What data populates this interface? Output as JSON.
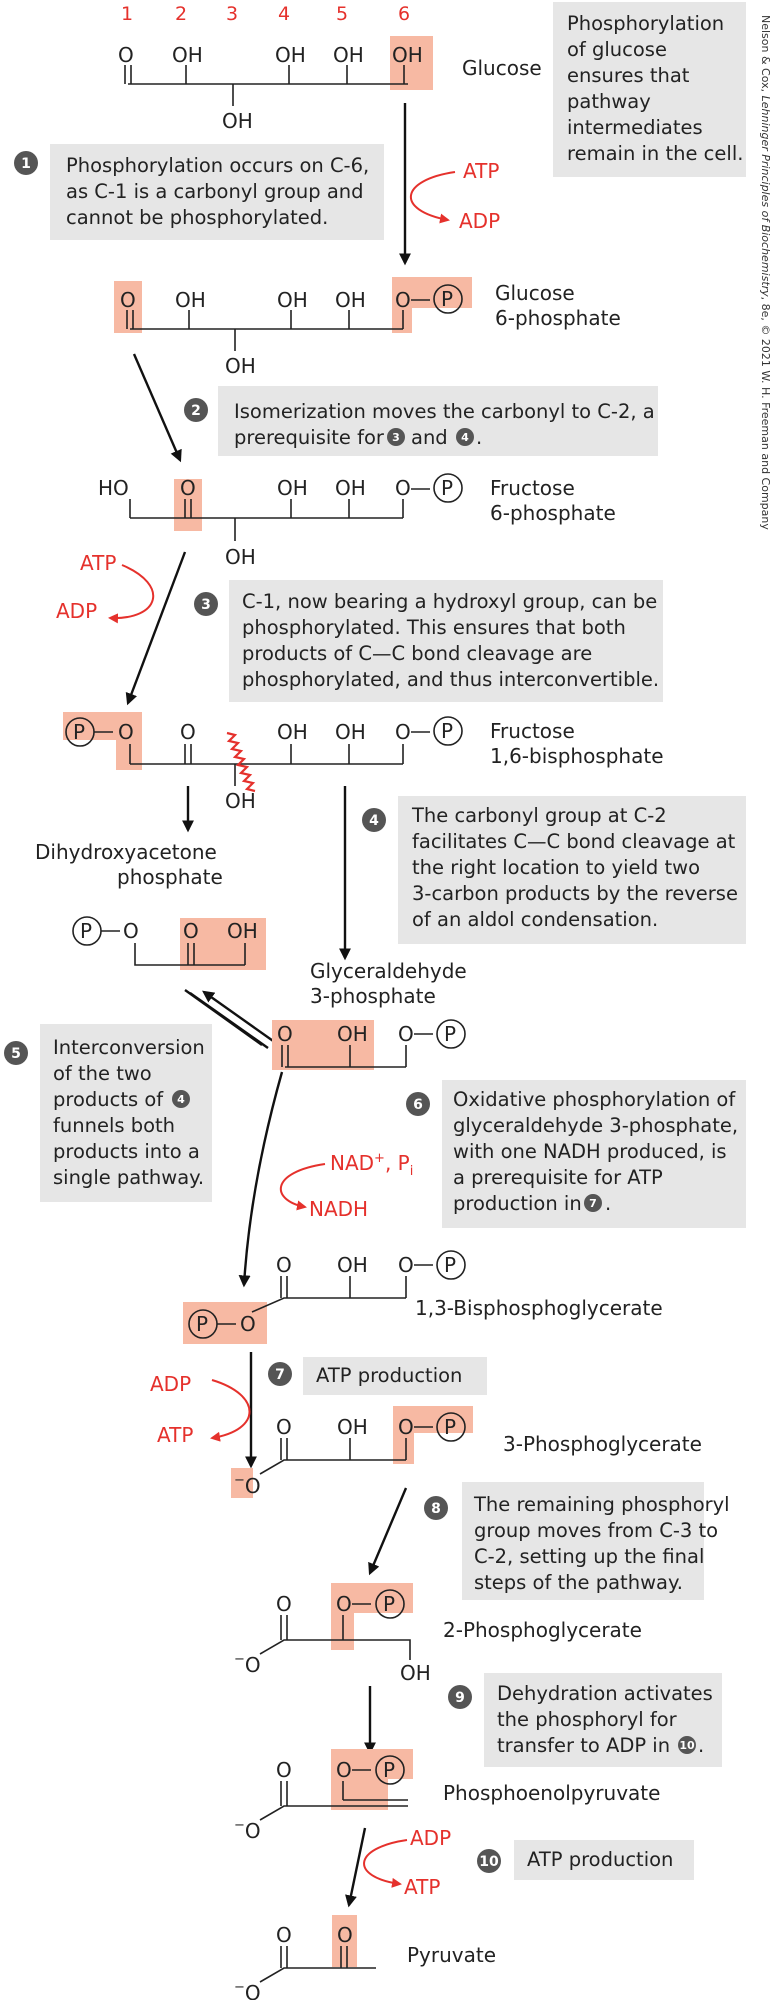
{
  "carbon_numbers": [
    "1",
    "2",
    "3",
    "4",
    "5",
    "6"
  ],
  "credit": "Nelson & Cox, Lehninger Principles of Biochemistry, 8e, © 2021 W. H. Freeman and Company",
  "credit_parts": {
    "authors": "Nelson & Cox, ",
    "title": "Lehninger Principles of Biochemistry",
    "rest": ", 8e, © 2021 W. H. Freeman and Company"
  },
  "atoms": {
    "O": "O",
    "OH": "OH",
    "HO": "HO",
    "P": "P",
    "O_minus": "O",
    "minus": "−",
    "dash": "—"
  },
  "compounds": {
    "glucose": "Glucose",
    "g6p_1": "Glucose",
    "g6p_2": "6-phosphate",
    "f6p_1": "Fructose",
    "f6p_2": "6-phosphate",
    "f16bp_1": "Fructose",
    "f16bp_2": "1,6-bisphosphate",
    "dhap_1": "Dihydroxyacetone",
    "dhap_2": "phosphate",
    "g3p_1": "Glyceraldehyde",
    "g3p_2": "3-phosphate",
    "bpg": "1,3-Bisphosphoglycerate",
    "pg3": "3-Phosphoglycerate",
    "pg2": "2-Phosphoglycerate",
    "pep": "Phosphoenolpyruvate",
    "pyruvate": "Pyruvate"
  },
  "cofactors": {
    "atp": "ATP",
    "adp": "ADP",
    "nad": "NAD",
    "nad_sup": "+",
    "pi_sep": ", P",
    "pi_sub": "i",
    "nadh": "NADH"
  },
  "notes": {
    "top": [
      "Phosphorylation",
      "of glucose",
      "ensures that",
      "pathway",
      "intermediates",
      "remain in the cell."
    ],
    "n1": [
      "Phosphorylation occurs on C-6,",
      "as C-1 is a carbonyl group and",
      "cannot be phosphorylated."
    ],
    "n2_line1": "Isomerization moves the carbonyl to C-2, a",
    "n2_line2a": "prerequisite for",
    "n2_line2b": "and",
    "n2_line2c": ".",
    "n3": [
      "C-1, now bearing a hydroxyl group, can be",
      "phosphorylated. This ensures that both",
      "products of C—C bond cleavage are",
      "phosphorylated, and thus interconvertible."
    ],
    "n4": [
      "The carbonyl group at C-2",
      "facilitates C—C bond cleavage at",
      "the right location to yield two",
      "3-carbon products by the reverse",
      "of an aldol condensation."
    ],
    "n5": [
      "Interconversion",
      "of the two",
      "products of",
      "funnels both",
      "products into a",
      "single pathway."
    ],
    "n6": [
      "Oxidative phosphorylation of",
      "glyceraldehyde 3-phosphate,",
      "with one NADH produced, is",
      "a prerequisite for ATP",
      "production in"
    ],
    "n6_end": ".",
    "n7": "ATP production",
    "n8": [
      "The remaining phosphoryl",
      "group moves from C-3 to",
      "C-2, setting up the final",
      "steps of the pathway."
    ],
    "n9": [
      "Dehydration activates",
      "the phosphoryl for",
      "transfer to ADP in"
    ],
    "n9_end": ".",
    "n10": "ATP production"
  },
  "step_numbers": [
    "1",
    "2",
    "3",
    "4",
    "5",
    "6",
    "7",
    "8",
    "9",
    "10"
  ],
  "colors": {
    "red": "#e5312c",
    "highlight": "#f7b9a3",
    "note_box": "#e6e6e6",
    "badge": "#555555"
  }
}
